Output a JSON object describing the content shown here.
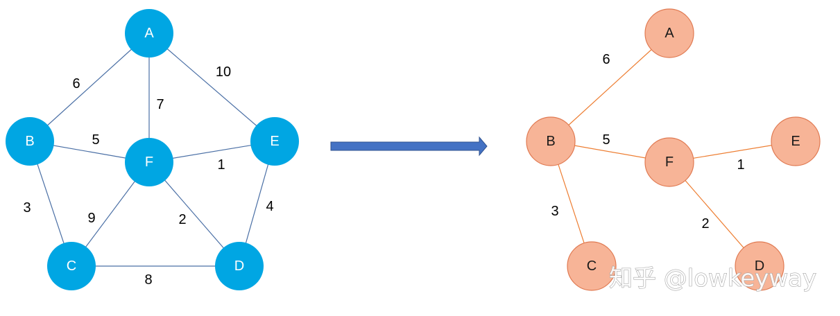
{
  "colors": {
    "original_node": "#00a6e3",
    "original_edge": "#4a6fa5",
    "mst_node_fill": "#f7b497",
    "mst_node_stroke": "#e07a52",
    "mst_edge": "#ed7d31",
    "arrow": "#4472c4"
  },
  "original_graph": {
    "nodes": [
      "A",
      "B",
      "C",
      "D",
      "E",
      "F"
    ],
    "edges": [
      {
        "from": "A",
        "to": "B",
        "weight": "6"
      },
      {
        "from": "A",
        "to": "F",
        "weight": "7"
      },
      {
        "from": "A",
        "to": "E",
        "weight": "10"
      },
      {
        "from": "B",
        "to": "F",
        "weight": "5"
      },
      {
        "from": "B",
        "to": "C",
        "weight": "3"
      },
      {
        "from": "F",
        "to": "E",
        "weight": "1"
      },
      {
        "from": "F",
        "to": "C",
        "weight": "9"
      },
      {
        "from": "F",
        "to": "D",
        "weight": "2"
      },
      {
        "from": "E",
        "to": "D",
        "weight": "4"
      },
      {
        "from": "C",
        "to": "D",
        "weight": "8"
      }
    ]
  },
  "arrow_icon": "right-arrow",
  "mst_graph": {
    "nodes": [
      "A",
      "B",
      "C",
      "D",
      "E",
      "F"
    ],
    "edges": [
      {
        "from": "A",
        "to": "B",
        "weight": "6"
      },
      {
        "from": "B",
        "to": "F",
        "weight": "5"
      },
      {
        "from": "B",
        "to": "C",
        "weight": "3"
      },
      {
        "from": "F",
        "to": "E",
        "weight": "1"
      },
      {
        "from": "F",
        "to": "D",
        "weight": "2"
      }
    ]
  },
  "watermark": "知乎 @lowkeyway"
}
